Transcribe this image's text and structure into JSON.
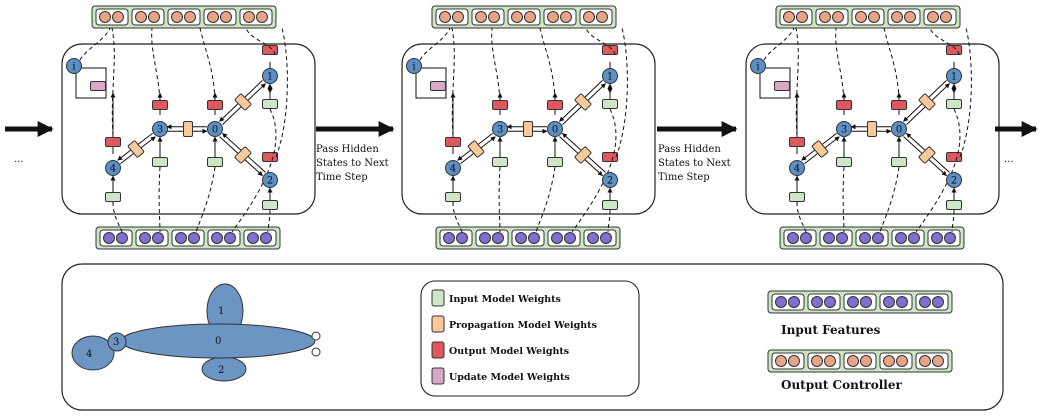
{
  "colors": {
    "node": "#5b8fc5",
    "input_weight": "#cde6c5",
    "propagation_weight": "#f9c99a",
    "output_weight": "#e0575d",
    "update_weight": "#d9a7c7",
    "input_feature_dot": "#7f6fcf",
    "output_controller_dot": "#e7a586",
    "body_fill": "#6d95c4"
  },
  "time_steps": [
    {
      "nodes": [
        "i",
        "0",
        "1",
        "2",
        "3",
        "4"
      ]
    },
    {
      "nodes": [
        "i",
        "0",
        "1",
        "2",
        "3",
        "4"
      ]
    },
    {
      "nodes": [
        "i",
        "0",
        "1",
        "2",
        "3",
        "4"
      ]
    }
  ],
  "pass_label_lines": [
    "Pass Hidden",
    "States to Next",
    "Time Step"
  ],
  "ellipsis": "...",
  "legend": {
    "items": [
      {
        "label": "Input Model Weights",
        "color_key": "input_weight"
      },
      {
        "label": "Propagation  Model Weights",
        "color_key": "propagation_weight"
      },
      {
        "label": "Output Model Weights",
        "color_key": "output_weight"
      },
      {
        "label": "Update Model Weights",
        "color_key": "update_weight"
      }
    ],
    "input_features_label": "Input Features",
    "output_controller_label": "Output Controller"
  },
  "body_labels": [
    "0",
    "1",
    "2",
    "3",
    "4"
  ]
}
